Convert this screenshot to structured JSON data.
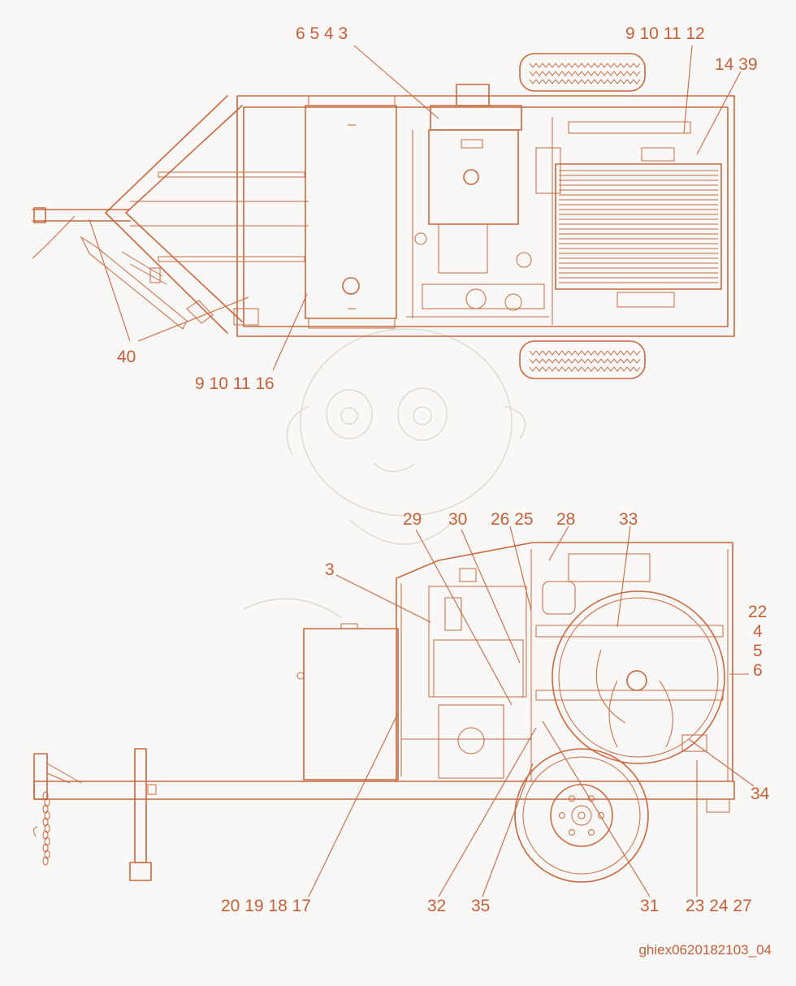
{
  "diagram": {
    "top_view": {
      "callouts": [
        {
          "text": "6 5 4 3"
        },
        {
          "text": "9 10 11 12"
        },
        {
          "text": "14 39"
        },
        {
          "text": "40"
        },
        {
          "text": "9 10 11 16"
        }
      ]
    },
    "side_view": {
      "callouts": [
        {
          "text": "29"
        },
        {
          "text": "30"
        },
        {
          "text": "26 25"
        },
        {
          "text": "28"
        },
        {
          "text": "33"
        },
        {
          "text": "3"
        },
        {
          "text": "22"
        },
        {
          "text": "4"
        },
        {
          "text": "5"
        },
        {
          "text": "6"
        },
        {
          "text": "34"
        },
        {
          "text": "20 19 18 17"
        },
        {
          "text": "32"
        },
        {
          "text": "35"
        },
        {
          "text": "31"
        },
        {
          "text": "23 24 27"
        }
      ]
    }
  },
  "footer": {
    "image_id": "ghiex0620182103_04"
  },
  "colors": {
    "line": "#c9683f",
    "text": "#c4613a",
    "background": "#f9f8f6"
  }
}
